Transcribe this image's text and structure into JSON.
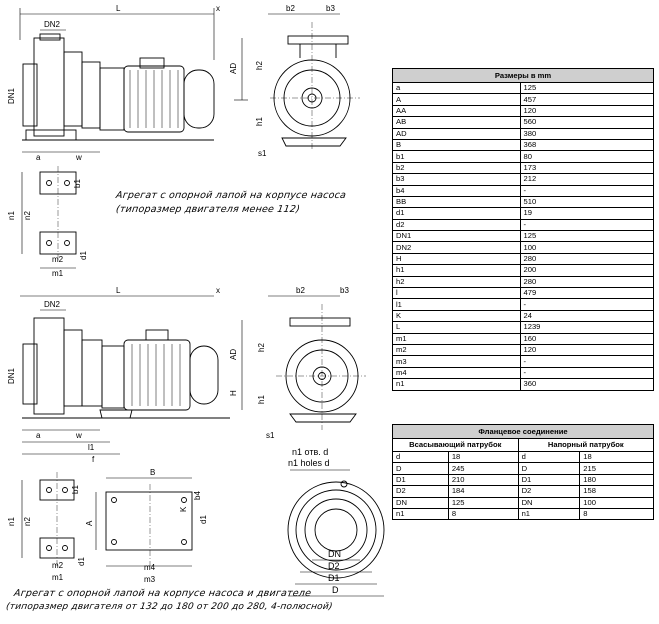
{
  "dimensions_table": {
    "title": "Размеры в mm",
    "rows": [
      [
        "a",
        "125"
      ],
      [
        "A",
        "457"
      ],
      [
        "AA",
        "120"
      ],
      [
        "AB",
        "560"
      ],
      [
        "AD",
        "380"
      ],
      [
        "B",
        "368"
      ],
      [
        "b1",
        "80"
      ],
      [
        "b2",
        "173"
      ],
      [
        "b3",
        "212"
      ],
      [
        "b4",
        "-"
      ],
      [
        "BB",
        "510"
      ],
      [
        "d1",
        "19"
      ],
      [
        "d2",
        "-"
      ],
      [
        "DN1",
        "125"
      ],
      [
        "DN2",
        "100"
      ],
      [
        "H",
        "280"
      ],
      [
        "h1",
        "200"
      ],
      [
        "h2",
        "280"
      ],
      [
        "l",
        "479"
      ],
      [
        "l1",
        "-"
      ],
      [
        "K",
        "24"
      ],
      [
        "L",
        "1239"
      ],
      [
        "m1",
        "160"
      ],
      [
        "m2",
        "120"
      ],
      [
        "m3",
        "-"
      ],
      [
        "m4",
        "-"
      ],
      [
        "n1",
        "360"
      ]
    ]
  },
  "flange_table": {
    "title": "Фланцевое соединение",
    "suction_header": "Всасывающий патрубок",
    "discharge_header": "Напорный патрубок",
    "rows": [
      [
        "d",
        "18",
        "d",
        "18"
      ],
      [
        "D",
        "245",
        "D",
        "215"
      ],
      [
        "D1",
        "210",
        "D1",
        "180"
      ],
      [
        "D2",
        "184",
        "D2",
        "158"
      ],
      [
        "DN",
        "125",
        "DN",
        "100"
      ],
      [
        "n1",
        "8",
        "n1",
        "8"
      ]
    ]
  },
  "captions": {
    "top_line1": "Агрегат с опорной лапой на корпусе насоса",
    "top_line2": "(типоразмер двигателя менее 112)",
    "bottom_line1": "Агрегат с опорной лапой на корпусе насоса и двигателе",
    "bottom_line2": "(типоразмер двигателя от 132 до 180 от 200 до 280, 4-полюсной)"
  },
  "labels": {
    "L": "L",
    "DN2": "DN2",
    "DN1": "DN1",
    "x": "x",
    "b2": "b2",
    "b3": "b3",
    "h2": "h2",
    "h1": "h1",
    "AD": "AD",
    "H": "H",
    "a": "a",
    "w": "w",
    "l1": "l1",
    "f": "f",
    "s1": "s1",
    "b1": "b1",
    "n1": "n1",
    "n2": "n2",
    "m2": "m2",
    "m1": "m1",
    "d1": "d1",
    "B": "B",
    "A": "A",
    "K": "K",
    "m3": "m3",
    "m4": "m4",
    "b4": "b4",
    "flange_holes_ru": "n1 отв. d",
    "flange_holes_en": "n1 holes d",
    "DN": "DN",
    "D2": "D2",
    "D1": "D1",
    "D": "D"
  }
}
